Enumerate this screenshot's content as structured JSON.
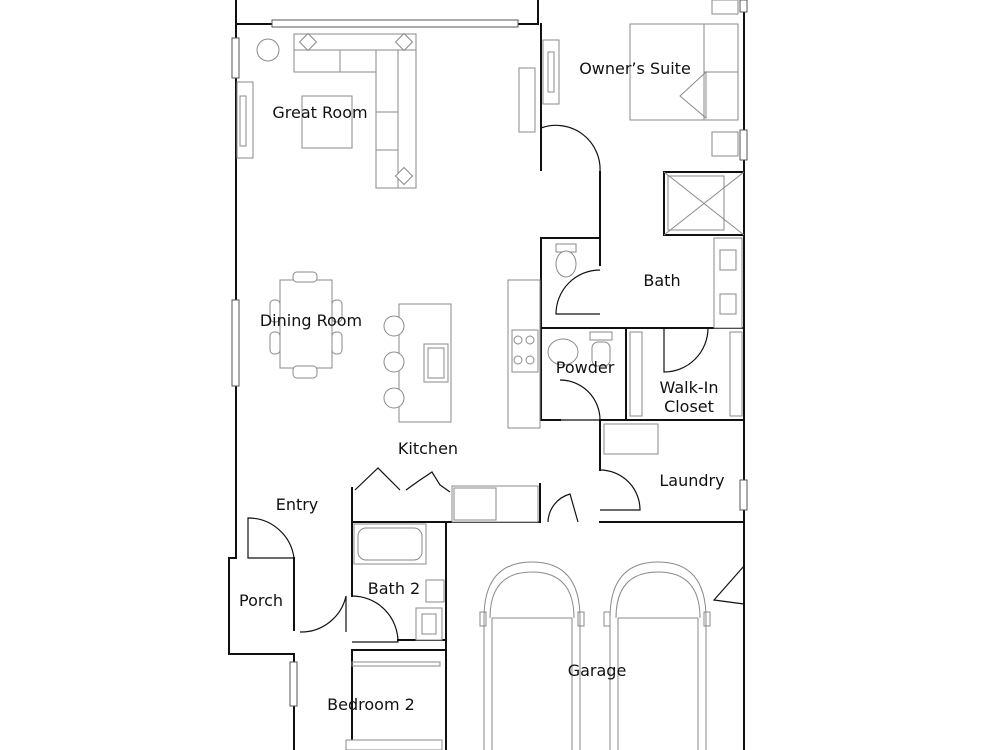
{
  "rooms": {
    "great_room": "Great Room",
    "owners_suite": "Owner’s Suite",
    "dining_room": "Dining Room",
    "bath": "Bath",
    "powder": "Powder",
    "walk_in_closet_line1": "Walk-In",
    "walk_in_closet_line2": "Closet",
    "kitchen": "Kitchen",
    "laundry": "Laundry",
    "entry": "Entry",
    "porch": "Porch",
    "bath_2": "Bath 2",
    "garage": "Garage",
    "bedroom_2": "Bedroom 2"
  }
}
